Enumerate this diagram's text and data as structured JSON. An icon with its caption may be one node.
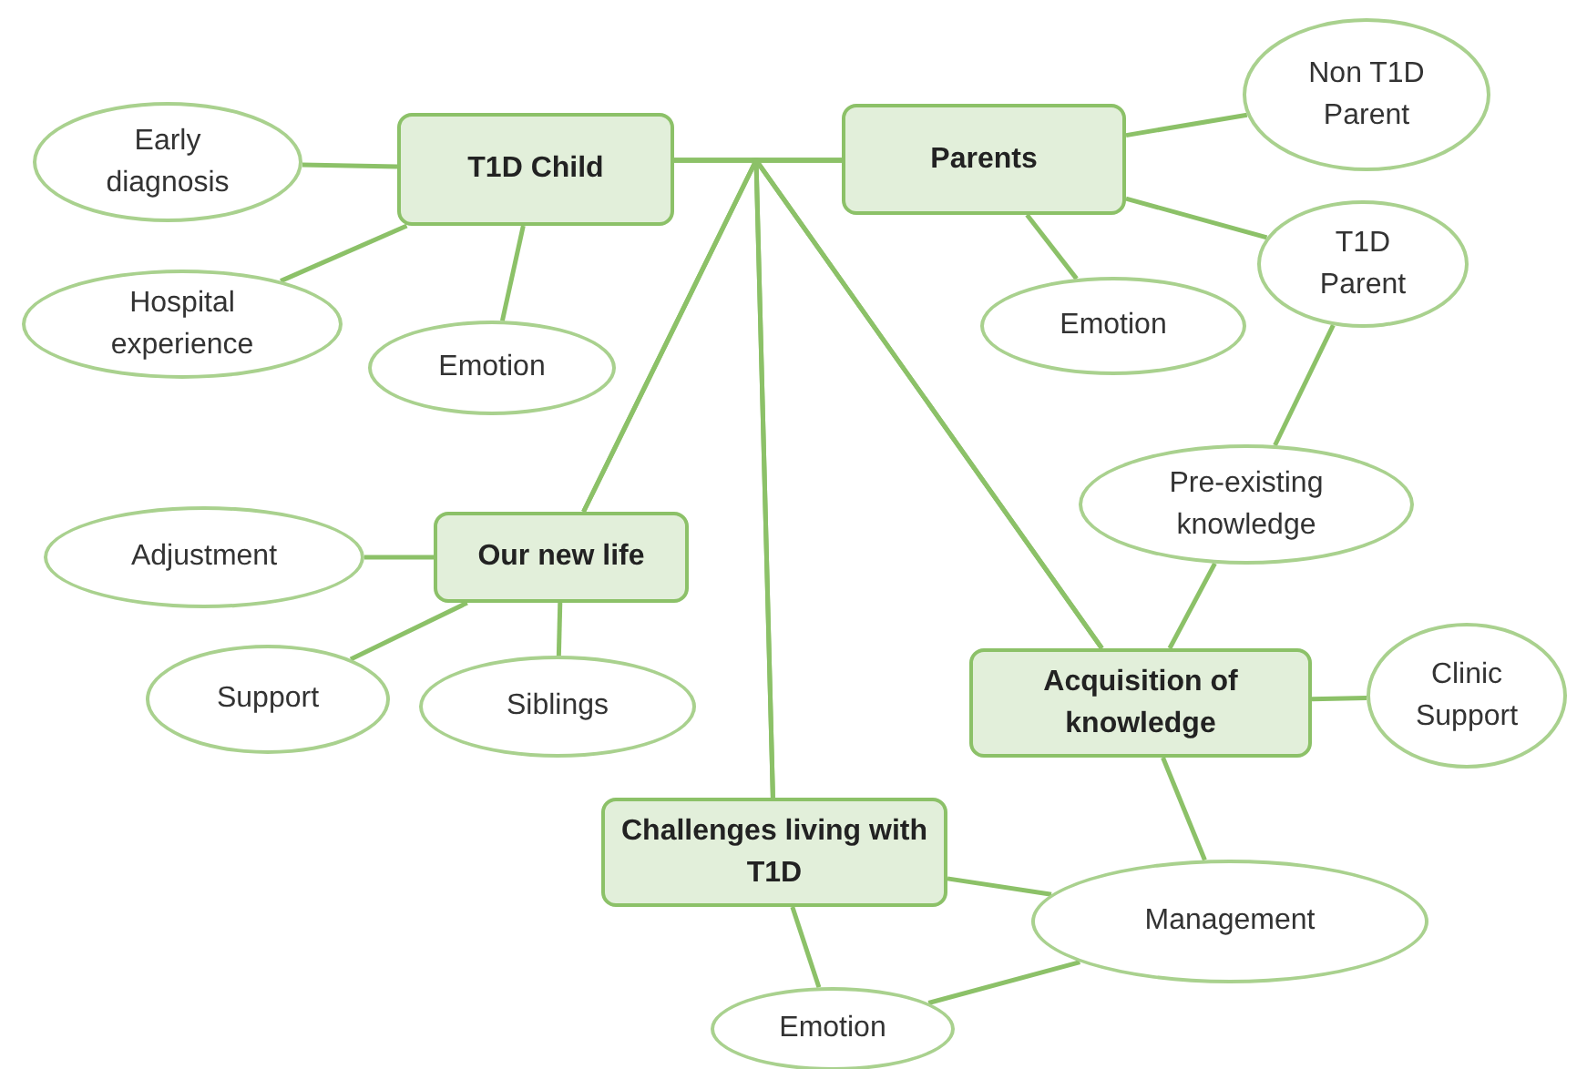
{
  "diagram": {
    "nodes": [
      {
        "text": [
          "T1D Child"
        ]
      },
      {
        "text": [
          "Early diagnosis"
        ]
      },
      {
        "text": [
          "Hospital experience"
        ]
      },
      {
        "text": [
          "Emotion"
        ]
      },
      {
        "text": [
          "Parents"
        ]
      },
      {
        "text": [
          "Non T1D Parent"
        ]
      },
      {
        "text": [
          "T1D Parent"
        ]
      },
      {
        "text": [
          "Emotion"
        ]
      },
      {
        "text": [
          "Pre-existing knowledge"
        ]
      },
      {
        "text": [
          "Our new life"
        ]
      },
      {
        "text": [
          "Adjustment"
        ]
      },
      {
        "text": [
          "Support"
        ]
      },
      {
        "text": [
          "Siblings"
        ]
      },
      {
        "text": [
          "Acquisition of knowledge"
        ]
      },
      {
        "text": [
          "Clinic Support"
        ]
      },
      {
        "text": [
          "Challenges living with T1D"
        ]
      },
      {
        "text": [
          "Management"
        ]
      },
      {
        "text": [
          "Emotion"
        ]
      }
    ],
    "edges": [
      {
        "from": 1,
        "to": 0,
        "arrow": "none"
      },
      {
        "from": 2,
        "to": 0,
        "arrow": "none"
      },
      {
        "from": 3,
        "to": 0,
        "arrow": "none"
      },
      {
        "from": 0,
        "to": 4,
        "arrow": "none"
      },
      {
        "from": 0,
        "to": 9,
        "arrow": "none"
      },
      {
        "from": 0,
        "to": 15,
        "arrow": "none"
      },
      {
        "from": 0,
        "to": 13,
        "arrow": "none"
      },
      {
        "from": 4,
        "to": 9,
        "arrow": "none"
      },
      {
        "from": 4,
        "to": 15,
        "arrow": "none"
      },
      {
        "from": 4,
        "to": 13,
        "arrow": "none"
      },
      {
        "from": 4,
        "to": 5,
        "arrow": "none"
      },
      {
        "from": 4,
        "to": 6,
        "arrow": "none"
      },
      {
        "from": 4,
        "to": 7,
        "arrow": "none"
      },
      {
        "from": 6,
        "to": 8,
        "arrow": "none"
      },
      {
        "from": 8,
        "to": 13,
        "arrow": "none"
      },
      {
        "from": 13,
        "to": 14,
        "arrow": "none"
      },
      {
        "from": 13,
        "to": 16,
        "arrow": "none"
      },
      {
        "from": 15,
        "to": 16,
        "arrow": "none"
      },
      {
        "from": 15,
        "to": 17,
        "arrow": "none"
      },
      {
        "from": 17,
        "to": 16,
        "arrow": "none"
      },
      {
        "from": 10,
        "to": 9,
        "arrow": "none"
      },
      {
        "from": 11,
        "to": 9,
        "arrow": "none"
      },
      {
        "from": 12,
        "to": 9,
        "arrow": "none"
      }
    ]
  }
}
